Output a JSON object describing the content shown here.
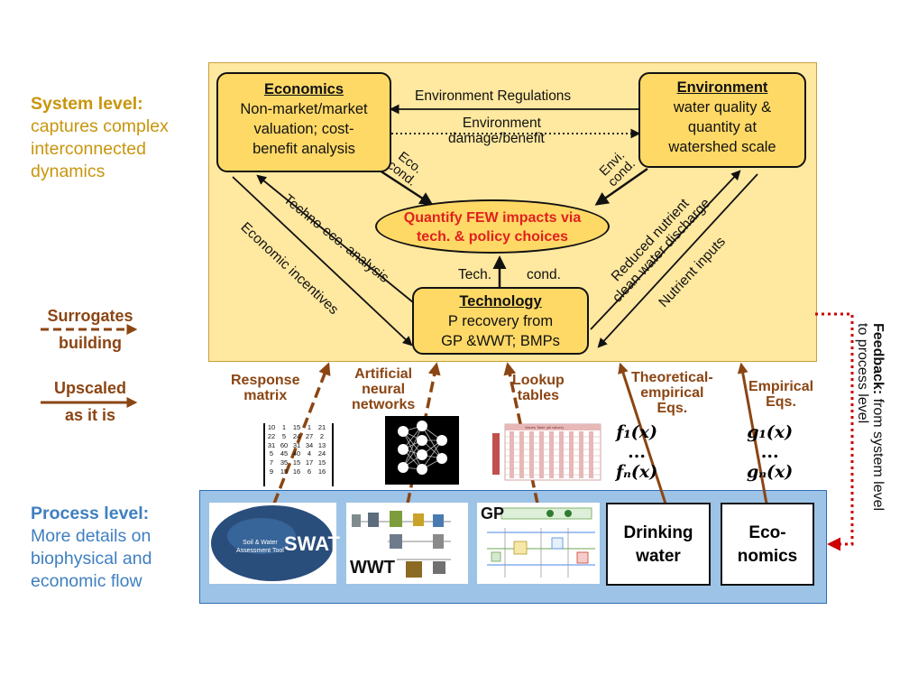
{
  "left": {
    "system_title": "System level:",
    "system_lines": [
      "captures complex",
      "interconnected",
      "dynamics"
    ],
    "surrogates": [
      "Surrogates",
      "building"
    ],
    "upscaled": [
      "Upscaled",
      "as it is"
    ],
    "process_title": "Process level:",
    "process_lines": [
      "More details on",
      "biophysical and",
      "economic flow"
    ]
  },
  "boxes": {
    "economics_title": "Economics",
    "economics_lines": [
      "Non-market/market",
      "valuation; cost-",
      "benefit analysis"
    ],
    "environment_title": "Environment",
    "environment_lines": [
      "water quality &",
      "quantity at",
      "watershed scale"
    ],
    "technology_title": "Technology",
    "technology_lines": [
      "P recovery from",
      "GP &WWT; BMPs"
    ],
    "center_lines": [
      "Quantify FEW impacts via",
      "tech. & policy choices"
    ]
  },
  "arrows": {
    "env_regulations": "Environment Regulations",
    "env_damage": [
      "Environment",
      "damage/benefit"
    ],
    "eco_cond": [
      "Eco.",
      "cond."
    ],
    "envi_cond": [
      "Envi.",
      "cond."
    ],
    "techno_eco": "Techno-eco. analysis",
    "econ_incentives": "Economic incentives",
    "reduced_nutrient": [
      "Reduced nutrient",
      "clean water discharge"
    ],
    "nutrient_inputs": "Nutrient inputs",
    "tech": "Tech.",
    "cond": "cond."
  },
  "surrogates": {
    "response_matrix": [
      "Response",
      "matrix"
    ],
    "ann": [
      "Artificial",
      "neural",
      "networks"
    ],
    "lookup": [
      "Lookup",
      "tables"
    ],
    "theoretical": [
      "Theoretical-",
      "empirical",
      "Eqs."
    ],
    "empirical": [
      "Empirical",
      "Eqs."
    ]
  },
  "equations": {
    "f1": "f₁(x)",
    "fn": "fₙ(x)",
    "g1": "g₁(x)",
    "gn": "gₙ(x)",
    "dots": "..."
  },
  "matrix": [
    [
      "10",
      "1",
      "15",
      "1",
      "21"
    ],
    [
      "22",
      "5",
      "24",
      "27",
      "2"
    ],
    [
      "31",
      "60",
      "31",
      "34",
      "13"
    ],
    [
      "5",
      "45",
      "40",
      "4",
      "24"
    ],
    [
      "7",
      "35",
      "15",
      "17",
      "15"
    ],
    [
      "9",
      "15",
      "16",
      "6",
      "16"
    ]
  ],
  "lookup_title": "Values Table (all values)",
  "process": {
    "swat_small": [
      "Soil & Water",
      "Assessment Tool"
    ],
    "swat_big": "SWAT",
    "wwt": "WWT",
    "gp": "GP",
    "drinking": [
      "Drinking",
      "water"
    ],
    "economics": [
      "Eco-",
      "nomics"
    ]
  },
  "feedback": {
    "bold": "Feedback:",
    "rest": " from system level",
    "line2": "to process level"
  },
  "colors": {
    "system_bg": "#FFE8A0",
    "box_fill": "#FFD966",
    "process_bg": "#9DC3E6",
    "arrow_brown": "#8B4513",
    "feedback_red": "#CC0000",
    "center_text": "#E02020"
  }
}
